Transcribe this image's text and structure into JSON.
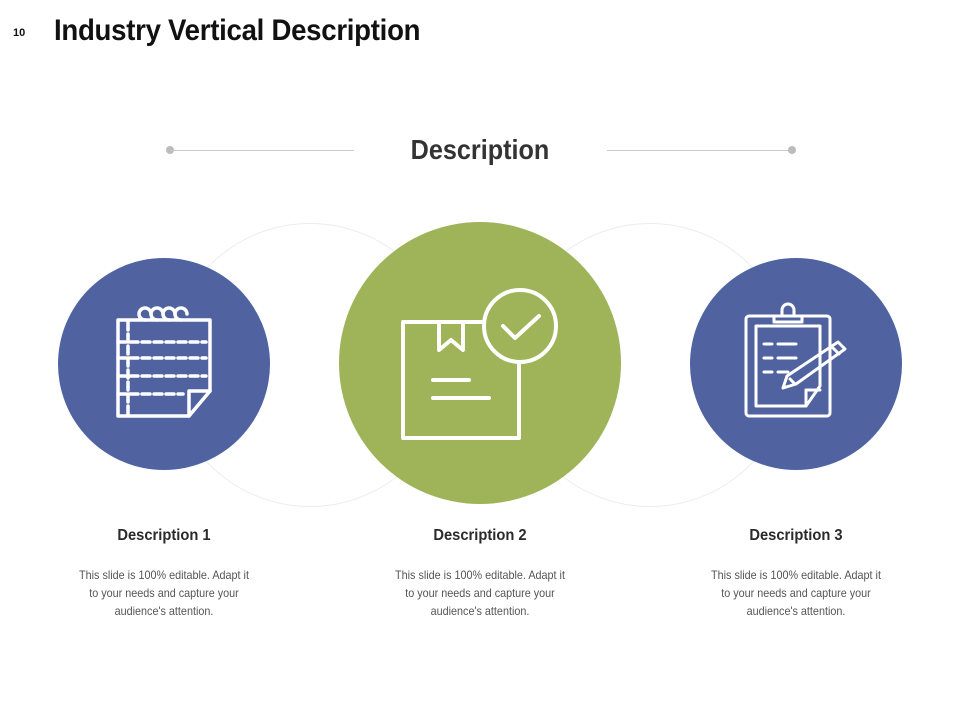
{
  "slide": {
    "number": "10",
    "title": "Industry Vertical Description"
  },
  "section": {
    "heading": "Description"
  },
  "colors": {
    "blue": "#5063a0",
    "green": "#9fb459",
    "icon_stroke": "#ffffff"
  },
  "cards": [
    {
      "title": "Description 1",
      "text": "This slide is 100% editable. Adapt it to your needs and capture your audience's attention.",
      "icon": "notepad-icon"
    },
    {
      "title": "Description 2",
      "text": "This slide is 100% editable. Adapt it to your needs and capture your audience's attention.",
      "icon": "package-check-icon"
    },
    {
      "title": "Description 3",
      "text": "This slide is 100% editable. Adapt it to your needs and capture your audience's attention.",
      "icon": "clipboard-pencil-icon"
    }
  ]
}
